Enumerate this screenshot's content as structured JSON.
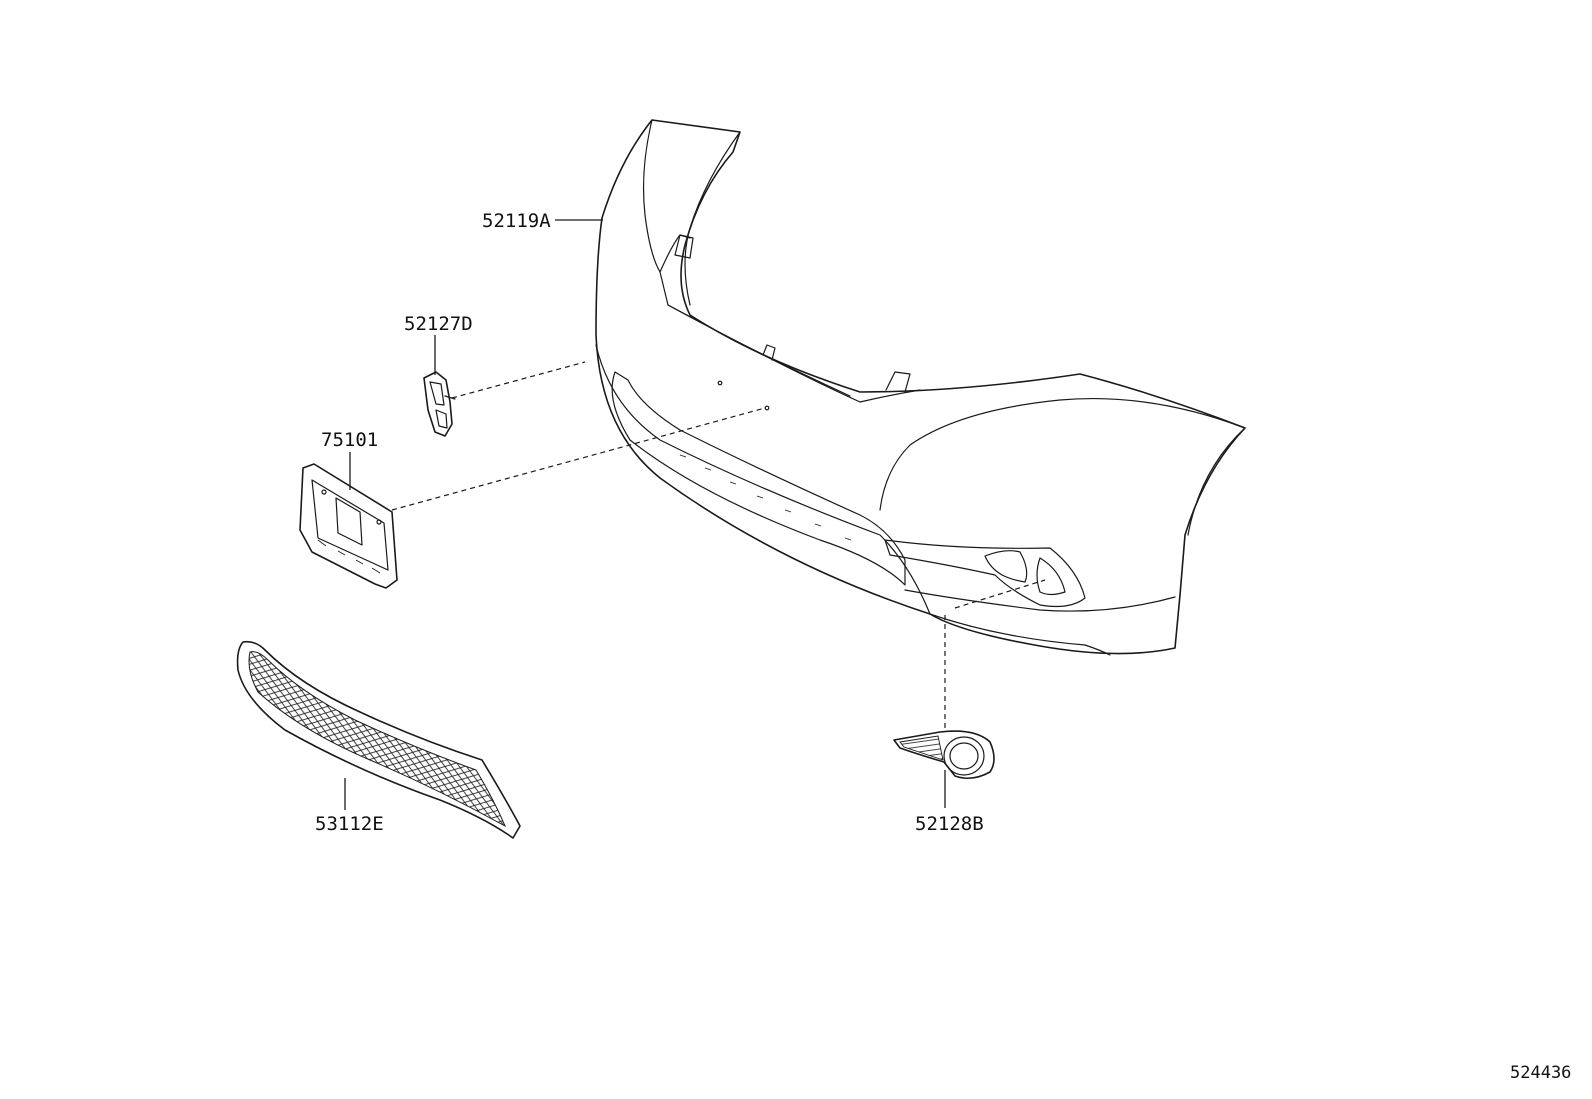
{
  "callouts": {
    "bumper_cover": "52119A",
    "retainer": "52127D",
    "license_bracket": "75101",
    "radiator_grille": "53112E",
    "fog_lamp_cover": "52128B"
  },
  "reference_number": "524436"
}
